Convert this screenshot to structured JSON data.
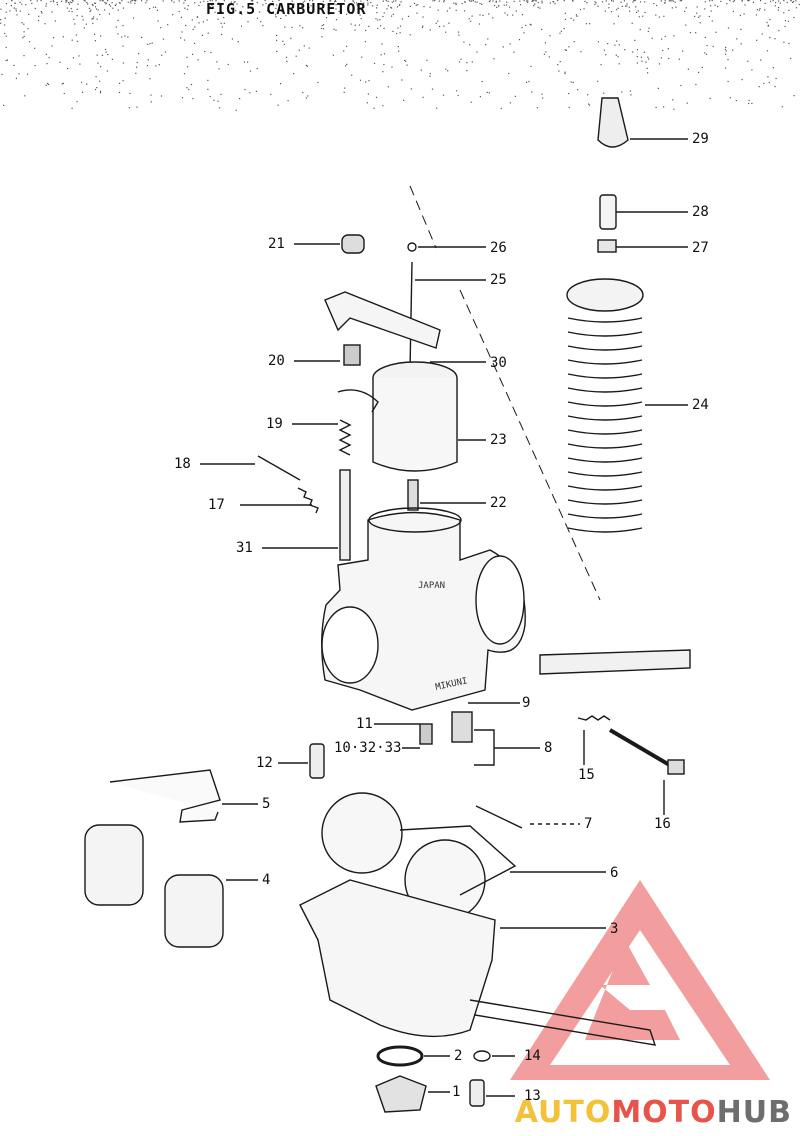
{
  "figure": {
    "title": "FIG.5  CARBURETOR"
  },
  "callouts": [
    {
      "id": "c29",
      "label": "29"
    },
    {
      "id": "c28",
      "label": "28"
    },
    {
      "id": "c27",
      "label": "27"
    },
    {
      "id": "c21",
      "label": "21"
    },
    {
      "id": "c26",
      "label": "26"
    },
    {
      "id": "c25",
      "label": "25"
    },
    {
      "id": "c24",
      "label": "24"
    },
    {
      "id": "c20",
      "label": "20"
    },
    {
      "id": "c30",
      "label": "30"
    },
    {
      "id": "c19",
      "label": "19"
    },
    {
      "id": "c23",
      "label": "23"
    },
    {
      "id": "c18",
      "label": "18"
    },
    {
      "id": "c17",
      "label": "17"
    },
    {
      "id": "c22",
      "label": "22"
    },
    {
      "id": "c31",
      "label": "31"
    },
    {
      "id": "c9",
      "label": "9"
    },
    {
      "id": "c11",
      "label": "11"
    },
    {
      "id": "c10",
      "label": "10·32·33"
    },
    {
      "id": "c8",
      "label": "8"
    },
    {
      "id": "c12",
      "label": "12"
    },
    {
      "id": "c15",
      "label": "15"
    },
    {
      "id": "c16",
      "label": "16"
    },
    {
      "id": "c5",
      "label": "5"
    },
    {
      "id": "c7",
      "label": "7"
    },
    {
      "id": "c4",
      "label": "4"
    },
    {
      "id": "c6",
      "label": "6"
    },
    {
      "id": "c3",
      "label": "3"
    },
    {
      "id": "c2",
      "label": "2"
    },
    {
      "id": "c14",
      "label": "14"
    },
    {
      "id": "c1",
      "label": "1"
    },
    {
      "id": "c13",
      "label": "13"
    }
  ],
  "body_markings": {
    "japan": "JAPAN",
    "mikuni": "MIKUNI"
  },
  "watermark": {
    "part1": "AUTO",
    "part2": "MOTO",
    "part3": "HUB",
    "colors": {
      "yellow": "#f4c23a",
      "red": "#e8534a",
      "gray": "#6e6e6e"
    }
  }
}
